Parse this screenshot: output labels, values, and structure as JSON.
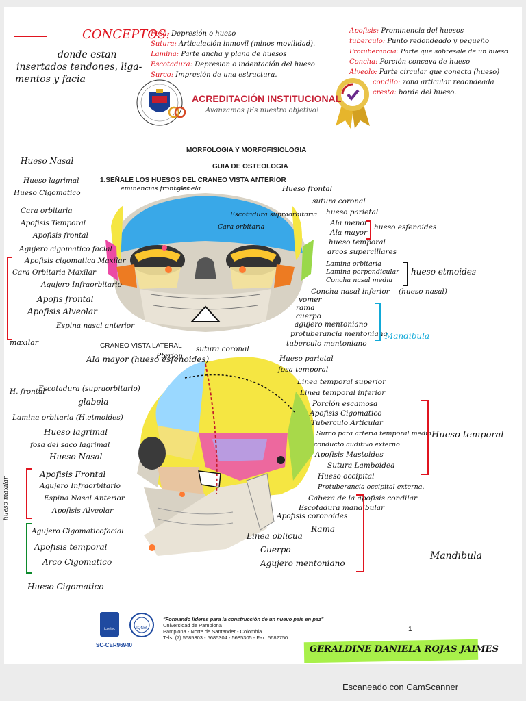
{
  "concepts": {
    "title": "CONCEPTOS:",
    "items": [
      {
        "term": "Fosa:",
        "def": "Depresión o hueso"
      },
      {
        "term": "Sutura:",
        "def": "Articulación inmovil (minos movilidad)."
      },
      {
        "term": "Lamina:",
        "def": "Parte ancha y plana de huesos"
      },
      {
        "term": "Escotadura:",
        "def": "Depresion o indentación del hueso"
      },
      {
        "term": "Surco:",
        "def": "Impresión de una estructura."
      }
    ],
    "note": [
      "donde estan",
      "insertados tendones, liga-",
      "mentos y facia"
    ],
    "right_items": [
      {
        "term": "Apofisis:",
        "def": "Prominencia del huesos"
      },
      {
        "term": "tuberculo:",
        "def": "Punto redondeado y pequeño"
      },
      {
        "term": "Protuberancia:",
        "def": "Parte que sobresale de un hueso"
      },
      {
        "term": "Concha:",
        "def": "Porción concava de hueso"
      },
      {
        "term": "Alveolo:",
        "def": "Parte circular que conecta (hueso)"
      },
      {
        "term": "condilo:",
        "def": "zona articular redondeada"
      },
      {
        "term": "cresta:",
        "def": "borde del hueso."
      }
    ]
  },
  "header": {
    "acreditacion": "ACREDITACIÓN INSTITUCIONAL",
    "slogan": "Avanzamos ¡Es nuestro objetivo!",
    "title": "MORFOLOGIA Y MORFOFISIOLOGIA",
    "subtitle": "GUIA DE OSTEOLOGIA",
    "question": "1.SEÑALE LOS HUESOS DEL CRANEO VISTA ANTERIOR"
  },
  "anterior": {
    "left_labels": [
      "Hueso Nasal",
      "Hueso lagrimal",
      "Hueso Cigomatico",
      "Cara orbitaria",
      "Apofisis Temporal",
      "Apofisis frontal",
      "Agujero cigomatico facial",
      "Apofisis cigomatica Maxilar",
      "Cara Orbitaria Maxilar",
      "Agujero Infraorbitario",
      "Apofis frontal",
      "Apofisis Alveolar",
      "Espina nasal anterior",
      "maxilar"
    ],
    "top_labels": [
      "eminencias frontales",
      "glabela",
      "Escotadura supraorbitaria",
      "Cara orbitaria"
    ],
    "right_labels": [
      "Hueso frontal",
      "sutura coronal",
      "hueso parietal",
      "Ala menor",
      "Ala mayor",
      "hueso temporal",
      "arcos superciliares",
      "Lamina orbitaria",
      "Lamina perpendicular",
      "Concha nasal media",
      "Concha nasal inferior",
      "vomer",
      "rama",
      "cuerpo",
      "agujero mentoniano",
      "protuberancia mentoniana",
      "tuberculo mentoniano"
    ],
    "groups": {
      "esfenoides": "hueso esfenoides",
      "etmoides": "hueso etmoides",
      "nasal": "(hueso nasal)",
      "mandibula": "Mandibula"
    }
  },
  "lateral": {
    "title": "CRANEO VISTA LATERAL",
    "top_labels": [
      "Ala mayor (hueso esfenoides)",
      "Pterion",
      "sutura coronal"
    ],
    "left_labels": [
      "H. frontal",
      "Escotadura (supraorbitario)",
      "glabela",
      "Lamina orbitaria (H.etmoides)",
      "Hueso lagrimal",
      "fosa del saco lagrimal",
      "Hueso Nasal",
      "Apofisis Frontal",
      "Agujero Infraorbitario",
      "Espina Nasal Anterior",
      "Apofisis Alveolar",
      "Agujero Cigomaticofacial",
      "Apofisis temporal",
      "Arco Cigomatico",
      "Hueso Cigomatico"
    ],
    "maxilar_side": "hueso maxilar",
    "right_labels": [
      "Hueso parietal",
      "fosa temporal",
      "Linea temporal superior",
      "Linea temporal inferior",
      "Porción escamosa",
      "Apofisis Cigomatico",
      "Tuberculo Articular",
      "Surco para arteria temporal media",
      "conducto auditivo externo",
      "Apofisis Mastoides",
      "Sutura Lamboidea",
      "Hueso occipital",
      "Protuberancia occipital externa.",
      "Cabeza de la apofisis condilar",
      "Escotadura mandibular",
      "Apofisis coronoides",
      "Rama",
      "Linea oblicua",
      "Cuerpo",
      "Agujero mentoniano"
    ],
    "groups": {
      "temporal": "Hueso temporal",
      "mandibula": "Mandibula"
    }
  },
  "footer": {
    "quote": "\"Formando líderes para la construcción de un nuevo país en paz\"",
    "lines": [
      "Universidad de Pamplona",
      "Pamplona - Norte de Santander - Colombia",
      "Tels: (7) 5685303 - 5685304 - 5685305 - Fax: 5682750"
    ],
    "cert": "SC-CER96940",
    "cert_logo_1": "icontec",
    "cert_logo_2": "IQNet",
    "page": "1",
    "student": "GERALDINE DANIELA ROJAS JAIMES",
    "scanner": "Escaneado con CamScanner"
  },
  "colors": {
    "red": "#e0141f",
    "frontal_blue": "#39a8e8",
    "highlight": "#a8f04a"
  }
}
